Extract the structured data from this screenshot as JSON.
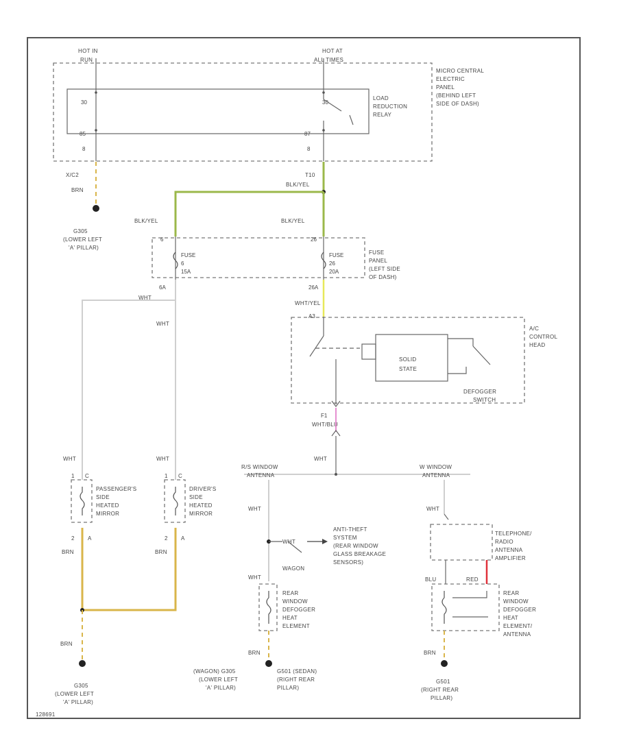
{
  "colors": {
    "wire_gray": "#cfcfcf",
    "wire_blk_yel": "#9bb84a",
    "wire_brn": "#d9b54a",
    "wire_red": "#e0303a",
    "wire_pink": "#e58fd0",
    "wire_yel": "#e7e85a",
    "ground": "#222222"
  },
  "power": {
    "hot_in": "HOT IN",
    "hot_in_sub": "RUN",
    "hot_at": "HOT AT",
    "hot_at_sub": "ALL TIMES"
  },
  "micro_central": {
    "label_lines": [
      "MICRO CENTRAL",
      "ELECTRIC",
      "PANEL",
      "(BEHIND LEFT",
      "SIDE OF DASH)"
    ],
    "pin_30a": "30",
    "pin_30b": "30",
    "pin_85": "85",
    "pin_87": "87",
    "pin_8a": "8",
    "pin_8b": "8"
  },
  "load_relay": {
    "label_lines": [
      "LOAD",
      "REDUCTION",
      "RELAY"
    ]
  },
  "wires": {
    "x_c2": "X/C2",
    "brn": "BRN",
    "t10": "T10",
    "blk_yel": "BLK/YEL",
    "blk_yel_left": "BLK/YEL",
    "blk_yel_right": "BLK/YEL",
    "wht_a": "WHT",
    "wht_b": "WHT",
    "wht_yel": "WHT/YEL",
    "wht_c": "WHT",
    "wht_d": "WHT",
    "wht_e": "WHT",
    "wht_f": "WHT",
    "wht_g": "WHT",
    "wht_blu": "WHT/BLU",
    "brn_a": "BRN",
    "brn_b": "BRN",
    "brn_c": "BRN",
    "brn_d": "BRN",
    "brn_e": "BRN",
    "blu": "BLU",
    "red": "RED",
    "wht_h": "WHT"
  },
  "fuse_panel": {
    "label_lines": [
      "FUSE",
      "PANEL",
      "(LEFT SIDE",
      "OF DASH)"
    ],
    "fuse_left_name": "FUSE",
    "fuse_left_num": "6",
    "fuse_left_amp": "15A",
    "fuse_right_name": "FUSE",
    "fuse_right_num": "26",
    "fuse_right_amp": "20A",
    "pin_6": "6",
    "pin_26": "26",
    "pin_6a": "6A",
    "pin_26a": "26A"
  },
  "ac_control": {
    "label_lines": [
      "A/C",
      "CONTROL",
      "HEAD"
    ],
    "solid_state_lines": [
      "SOLID",
      "STATE"
    ],
    "defogger_lines": [
      "DEFOGGER",
      "SWITCH"
    ],
    "pin_a3": "A3",
    "pin_f1": "F1"
  },
  "antennas": {
    "left_lines": [
      "R/S WINDOW",
      "ANTENNA"
    ],
    "right_lines": [
      "W WINDOW",
      "ANTENNA"
    ]
  },
  "mirrors": {
    "passenger_lines": [
      "PASSENGER'S",
      "SIDE",
      "HEATED",
      "MIRROR"
    ],
    "driver_lines": [
      "DRIVER'S",
      "SIDE",
      "HEATED",
      "MIRROR"
    ],
    "pin_1a": "1",
    "pin_2a": "2",
    "pin_1b": "1",
    "pin_2b": "2",
    "pin_aa": "A",
    "pin_ab": "A",
    "pin_c2a": "C",
    "pin_c2b": "C"
  },
  "anti_theft": {
    "label_lines": [
      "ANTI-THEFT",
      "SYSTEM",
      "(REAR WINDOW",
      "GLASS BREAKAGE",
      "SENSORS)"
    ],
    "wagon": "WAGON"
  },
  "telephone": {
    "label_lines": [
      "TELEPHONE/",
      "RADIO",
      "ANTENNA",
      "AMPLIFIER"
    ]
  },
  "rear_defogger_left": {
    "label_lines": [
      "REAR",
      "WINDOW",
      "DEFOGGER",
      "HEAT",
      "ELEMENT"
    ]
  },
  "rear_defogger_right": {
    "label_lines": [
      "REAR",
      "WINDOW",
      "DEFOGGER",
      "HEAT",
      "ELEMENT/",
      "ANTENNA"
    ]
  },
  "grounds": {
    "top_lines": [
      "G305",
      "(LOWER LEFT",
      "'A' PILLAR)"
    ],
    "bottom_left_lines": [
      "G305",
      "(LOWER LEFT",
      "'A' PILLAR)"
    ],
    "bottom_mid_a_lines": [
      "(WAGON) G305",
      "(LOWER LEFT",
      "'A' PILLAR)"
    ],
    "bottom_mid_b_lines": [
      "G501 (SEDAN)",
      "(RIGHT REAR",
      "PILLAR)"
    ],
    "bottom_right_lines": [
      "G501",
      "(RIGHT REAR",
      "PILLAR)"
    ]
  },
  "footer": {
    "code": "128691"
  }
}
